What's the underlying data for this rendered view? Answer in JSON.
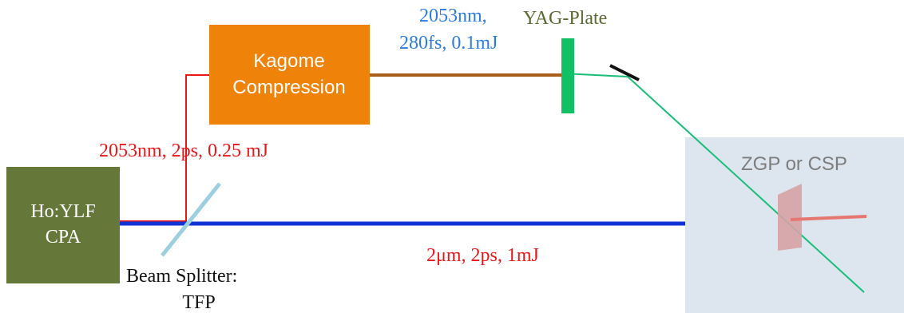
{
  "colors": {
    "laser_box": "#66773a",
    "kagome_box": "#ef8208",
    "red_text": "#e8171a",
    "blue_text": "#2c7be0",
    "yag_text": "#5a6a32",
    "green_beam": "#18be78",
    "yag_plate": "#11bf65",
    "blue_beam": "#0f34d6",
    "brown_beam": "#a85d18",
    "red_beam": "#e8171a",
    "splitter": "#9ecfe0",
    "crystal_bg": "#dde6ef",
    "crystal": "#d6a2a4",
    "output_beam": "#e67670",
    "mirror": "#111111",
    "crystal_label": "#7d7d7d"
  },
  "labels": {
    "laser_line1": "Ho:YLF",
    "laser_line2": "CPA",
    "kagome_line1": "Kagome",
    "kagome_line2": "Compression",
    "branch_params": "2053nm, 2ps, 0.25 mJ",
    "compressed_line1": "2053nm,",
    "compressed_line2": "280fs, 0.1mJ",
    "yag_plate": "YAG-Plate",
    "crystal": "ZGP or CSP",
    "main_params": "2μm, 2ps, 1mJ",
    "splitter_line1": "Beam Splitter:",
    "splitter_line2": "TFP"
  }
}
